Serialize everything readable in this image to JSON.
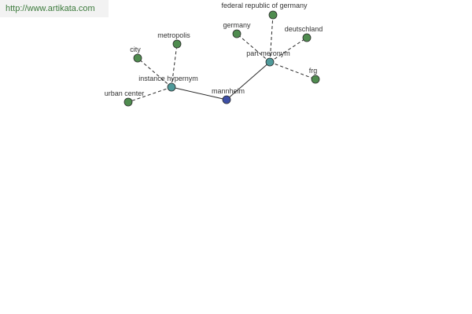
{
  "header": {
    "url": "http://www.artikata.com"
  },
  "colors": {
    "leaf": "#4f8c4f",
    "relation": "#4f9a9a",
    "center": "#3d4fa6",
    "stroke": "#2a2a2a"
  },
  "graph": {
    "nodes": [
      {
        "id": "mannheim",
        "label": "mannheim",
        "kind": "center"
      },
      {
        "id": "instance",
        "label": "instance hypernym",
        "kind": "relation"
      },
      {
        "id": "partmer",
        "label": "part meronym",
        "kind": "relation"
      },
      {
        "id": "city",
        "label": "city",
        "kind": "leaf"
      },
      {
        "id": "metropolis",
        "label": "metropolis",
        "kind": "leaf"
      },
      {
        "id": "urban",
        "label": "urban center",
        "kind": "leaf"
      },
      {
        "id": "frg_full",
        "label": "federal republic of germany",
        "kind": "leaf"
      },
      {
        "id": "germany",
        "label": "germany",
        "kind": "leaf"
      },
      {
        "id": "deutschland",
        "label": "deutschland",
        "kind": "leaf"
      },
      {
        "id": "frg",
        "label": "frg",
        "kind": "leaf"
      }
    ],
    "edges": [
      {
        "from": "mannheim",
        "to": "instance",
        "style": "solid"
      },
      {
        "from": "mannheim",
        "to": "partmer",
        "style": "solid"
      },
      {
        "from": "instance",
        "to": "city",
        "style": "dashed"
      },
      {
        "from": "instance",
        "to": "metropolis",
        "style": "dashed"
      },
      {
        "from": "instance",
        "to": "urban",
        "style": "dashed"
      },
      {
        "from": "partmer",
        "to": "frg_full",
        "style": "dashed"
      },
      {
        "from": "partmer",
        "to": "germany",
        "style": "dashed"
      },
      {
        "from": "partmer",
        "to": "deutschland",
        "style": "dashed"
      },
      {
        "from": "partmer",
        "to": "frg",
        "style": "dashed"
      }
    ]
  }
}
